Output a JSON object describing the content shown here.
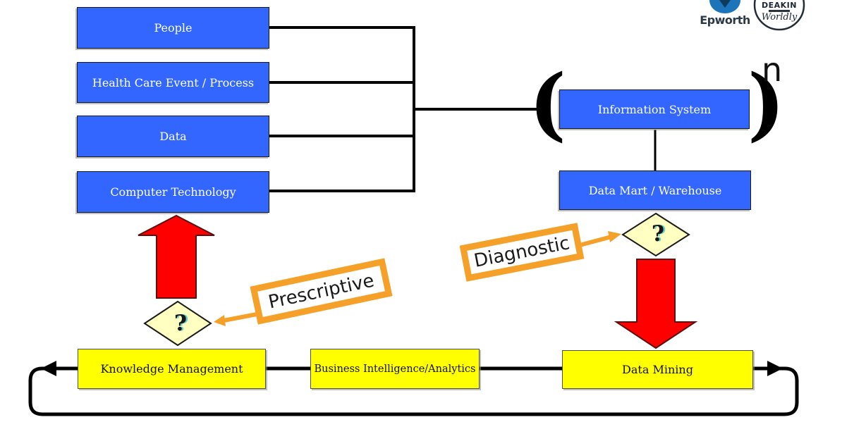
{
  "diagram": {
    "left_boxes": [
      {
        "label": "People"
      },
      {
        "label": "Health Care Event / Process"
      },
      {
        "label": "Data"
      },
      {
        "label": "Computer Technology"
      }
    ],
    "system_boxes": {
      "information_system": "Information System",
      "data_mart": "Data Mart / Warehouse"
    },
    "math": {
      "open_paren": "(",
      "close_paren": ")",
      "exponent": "n"
    },
    "decision_marks": {
      "left": "?",
      "right": "?"
    },
    "callouts": {
      "prescriptive": "Prescriptive",
      "diagnostic": "Diagnostic"
    },
    "bottom_boxes": [
      {
        "label": "Knowledge Management"
      },
      {
        "label": "Business Intelligence/Analytics"
      },
      {
        "label": "Data Mining"
      }
    ]
  },
  "logos": {
    "epworth": "Epworth",
    "deakin_name": "DEAKIN",
    "deakin_tagline": "Worldly"
  },
  "colors": {
    "box_blue": "#3366FF",
    "box_yellow": "#FFFF00",
    "diamond_yellow": "#FFFFC2",
    "arrow_red": "#FF0000",
    "accent_orange": "#F5A028"
  }
}
